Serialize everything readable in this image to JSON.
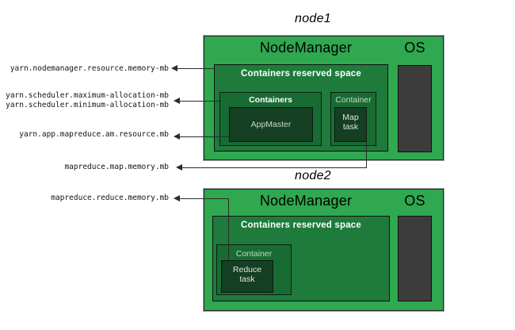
{
  "colors": {
    "node_bg": "#2fa850",
    "reserved_bg": "#1e7b3c",
    "container_bg": "#186c33",
    "task_bg": "#153f22",
    "os_bg": "#3c3c3c",
    "line_color": "#2b2b2b",
    "text_light": "#dce6dc"
  },
  "left_labels": {
    "yarn_nodemanager_resource_memory_mb": "yarn.nodemanager.resource.memory-mb",
    "yarn_scheduler_maximum_allocation_mb": "yarn.scheduler.maximum-allocation-mb",
    "yarn_scheduler_minimum_allocation_mb": "yarn.scheduler.minimum-allocation-mb",
    "yarn_app_mapreduce_am_resource_mb": "yarn.app.mapreduce.am.resource.mb",
    "mapreduce_map_memory_mb": "mapreduce.map.memory.mb",
    "mapreduce_reduce_memory_mb": "mapreduce.reduce.memory.mb"
  },
  "node1": {
    "title": "node1",
    "nodemanager_label": "NodeManager",
    "os_label": "OS",
    "reserved_space_label": "Containers reserved space",
    "containers_label": "Containers",
    "appmaster_label": "AppMaster",
    "container_label": "Container",
    "map_task_line1": "Map",
    "map_task_line2": "task"
  },
  "node2": {
    "title": "node2",
    "nodemanager_label": "NodeManager",
    "os_label": "OS",
    "reserved_space_label": "Containers reserved space",
    "container_label": "Container",
    "reduce_task_line1": "Reduce",
    "reduce_task_line2": "task"
  }
}
